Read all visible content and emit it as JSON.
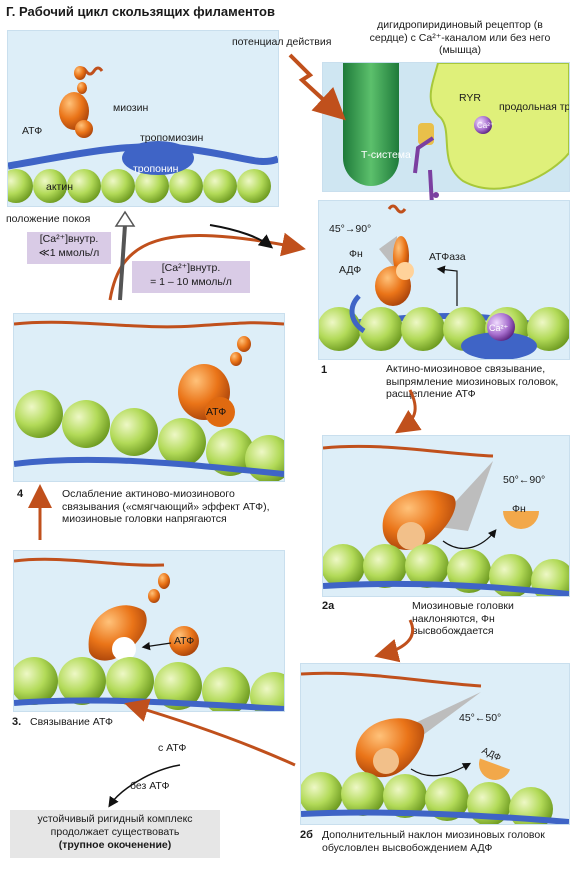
{
  "title": "Г. Рабочий цикл скользящих филаментов",
  "rest_panel": {
    "myosin": "миозин",
    "atp": "АТФ",
    "tropomyosin": "тропомиозин",
    "actin": "актин",
    "troponin": "тропонин",
    "rest_position": "положение покоя"
  },
  "ca_low": {
    "line1": "[Ca²⁺]внутр.",
    "line2": "≪1 ммоль/л"
  },
  "ca_high": {
    "line1": "[Ca²⁺]внутр.",
    "line2": "= 1 – 10 ммоль/л"
  },
  "excitation": {
    "action_potential": "потенциал действия",
    "receptor": "дигидропиридиновый рецептор (в сердце) с Ca²⁺-каналом или без него (мышца)",
    "ryr": "RYR",
    "tubule": "продольная трубочка",
    "ca": "Ca²⁺",
    "t_system": "Т-система"
  },
  "step1": {
    "angle": "45°→90°",
    "pi": "Фн",
    "adp": "АДФ",
    "atpase": "АТФаза",
    "ca": "Ca²⁺",
    "num": "1",
    "caption": "Актино-миозиновое связывание, выпрямление миозиновых головок, расщепление АТФ"
  },
  "step2a": {
    "angle": "50°←90°",
    "pi": "Фн",
    "num": "2а",
    "caption": "Миозиновые головки наклоняются, Фн высвобождается"
  },
  "step2b": {
    "angle": "45°←50°",
    "adp": "АДФ",
    "num": "2б",
    "caption": "Дополнительный наклон миозиновых головок обусловлен высвобождением АДФ"
  },
  "step3": {
    "atp": "АТФ",
    "num": "3.",
    "caption": "Связывание АТФ",
    "with_atp": "с АТФ",
    "without_atp": "без АТФ",
    "rigor": "устойчивый ригидный комплекс продолжает существовать",
    "rigor_bold": "(трупное окоченение)"
  },
  "step4": {
    "atp": "АТФ",
    "num": "4",
    "caption": "Ослабление актиново-миозинового связывания («смягчающий» эффект АТФ), миозиновые головки напрягаются"
  },
  "colors": {
    "myosin": "#e06a10",
    "actin": "#a6d24a",
    "troponin": "#3f64c6",
    "arrow": "#c0501c",
    "panel": "#ddeef8",
    "purple_box": "#d9cbe6",
    "t_system": "#2e9a4a",
    "tubule": "#d8ec7a",
    "calcium": "#7b3fa0"
  }
}
